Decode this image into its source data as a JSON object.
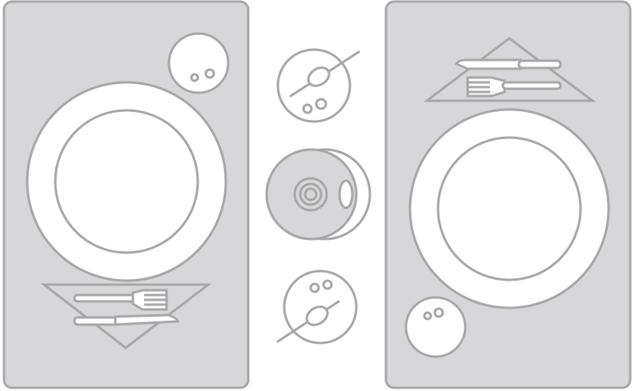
{
  "colors": {
    "background": "#ffffff",
    "tray_fill": "#d7d7d9",
    "stroke": "#a7a7a7",
    "plate_fill": "#ffffff"
  },
  "icons": {
    "left_setting": [
      "tray",
      "bread-plate",
      "dinner-plate",
      "napkin",
      "fork",
      "knife"
    ],
    "center_column": [
      "saucer-with-spoon",
      "cup-and-saucer",
      "saucer-with-spoon"
    ],
    "right_setting": [
      "tray",
      "napkin",
      "knife",
      "fork",
      "dinner-plate",
      "bread-plate"
    ]
  }
}
